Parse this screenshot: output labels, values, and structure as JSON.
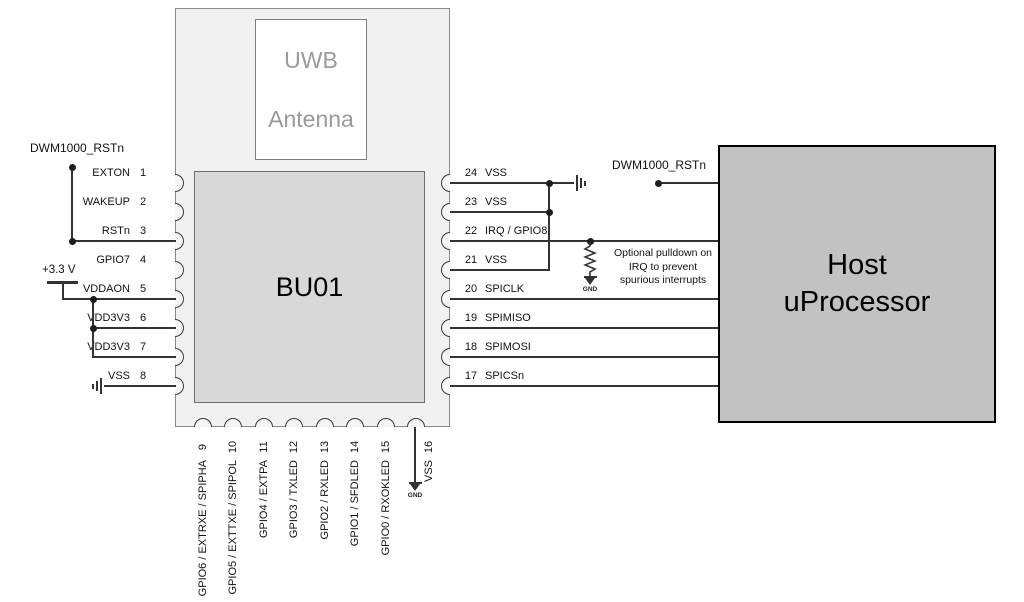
{
  "diagram": {
    "module": {
      "chip_label": "BU01",
      "antenna": {
        "line1": "UWB",
        "line2": "Antenna"
      }
    },
    "host": {
      "line1": "Host",
      "line2": "uProcessor"
    },
    "labels": {
      "reset_net_left": "DWM1000_RSTn",
      "reset_net_right": "DWM1000_RSTn",
      "supply": "+3.3 V",
      "gnd": "GND"
    },
    "note": {
      "line1": "Optional pulldown on",
      "line2": "IRQ to prevent",
      "line3": "spurious interrupts"
    },
    "pins_left": [
      {
        "num": "1",
        "label": "EXTON"
      },
      {
        "num": "2",
        "label": "WAKEUP"
      },
      {
        "num": "3",
        "label": "RSTn"
      },
      {
        "num": "4",
        "label": "GPIO7"
      },
      {
        "num": "5",
        "label": "VDDAON"
      },
      {
        "num": "6",
        "label": "VDD3V3"
      },
      {
        "num": "7",
        "label": "VDD3V3"
      },
      {
        "num": "8",
        "label": "VSS"
      }
    ],
    "pins_right": [
      {
        "num": "24",
        "label": "VSS"
      },
      {
        "num": "23",
        "label": "VSS"
      },
      {
        "num": "22",
        "label": "IRQ / GPIO8"
      },
      {
        "num": "21",
        "label": "VSS"
      },
      {
        "num": "20",
        "label": "SPICLK"
      },
      {
        "num": "19",
        "label": "SPIMISO"
      },
      {
        "num": "18",
        "label": "SPIMOSI"
      },
      {
        "num": "17",
        "label": "SPICSn"
      }
    ],
    "pins_bottom": [
      {
        "num": "9",
        "label": "GPIO6 / EXTRXE / SPIPHA"
      },
      {
        "num": "10",
        "label": "GPIO5 / EXTTXE / SPIPOL"
      },
      {
        "num": "11",
        "label": "GPIO4 / EXTPA"
      },
      {
        "num": "12",
        "label": "GPIO3 / TXLED"
      },
      {
        "num": "13",
        "label": "GPIO2 / RXLED"
      },
      {
        "num": "14",
        "label": "GPIO1 / SFDLED"
      },
      {
        "num": "15",
        "label": "GPIO0 / RXOKLED"
      },
      {
        "num": "16",
        "label": "VSS"
      }
    ]
  }
}
